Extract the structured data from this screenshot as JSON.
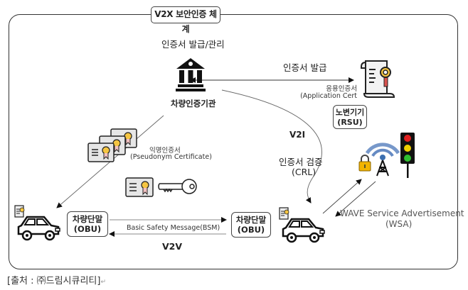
{
  "title": "V2X 보안인증 체계",
  "ca": {
    "top_label": "인증서 발급/관리",
    "name": "차량인증기관",
    "icon": "bank-building-icon"
  },
  "rsu": {
    "issue_label": "인증서 발급",
    "cert_name": "응용인증서",
    "cert_name_en": "(Application Cert",
    "box_line1": "노변기기",
    "box_line2": "(RSU)",
    "icon": "certificate-scroll-icon"
  },
  "pseudonym": {
    "name": "익명인증서",
    "name_en": "(Pseudonym Certificate)",
    "icon": "certificate-cards-icon",
    "key_icon": "key-icon"
  },
  "v2i": {
    "label": "V2I",
    "verify_label": "인증서 검증",
    "verify_sub": "(CRL)"
  },
  "obu_left": {
    "line1": "차량단말",
    "line2": "(OBU)",
    "icon": "car-icon"
  },
  "obu_mid": {
    "line1": "차량단말",
    "line2": "(OBU)",
    "icon": "car-icon"
  },
  "v2v": {
    "message": "Basic Safety Message(BSM)",
    "label": "V2V"
  },
  "wsa": {
    "line1": "WAVE Service Advertisement",
    "line2": "(WSA)",
    "icons": [
      "lock-icon",
      "antenna-tower-icon",
      "traffic-light-icon"
    ]
  },
  "caption": "[출처 : ㈜드림시큐리티]",
  "colors": {
    "lock": "#f2b400",
    "signal_wave": "#4a76b8",
    "light_red": "#e02020",
    "light_yellow": "#f0d000",
    "light_green": "#30c030",
    "ribbon": "#d9534f",
    "medal": "#f5c542"
  }
}
